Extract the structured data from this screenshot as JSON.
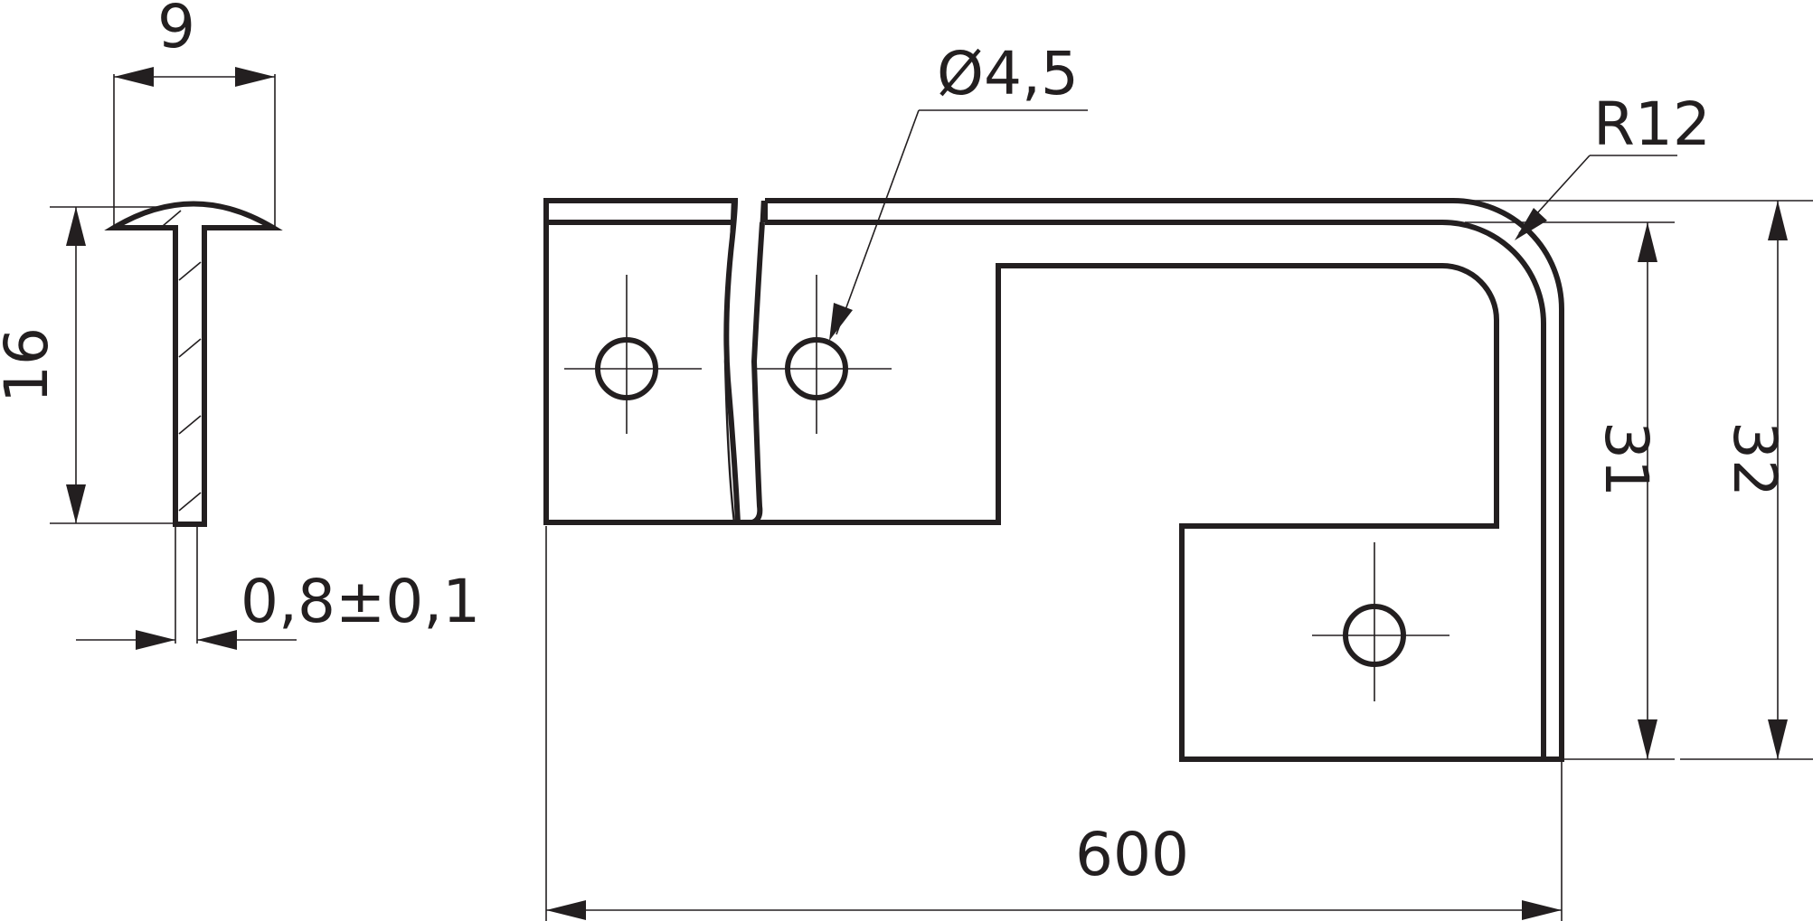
{
  "dimensions": {
    "profile_width": "9",
    "profile_height": "16",
    "thickness": "0,8±0,1",
    "hole_diameter": "Ø4,5",
    "bend_radius": "R12",
    "inner_height": "31",
    "outer_height": "32",
    "length": "600"
  }
}
